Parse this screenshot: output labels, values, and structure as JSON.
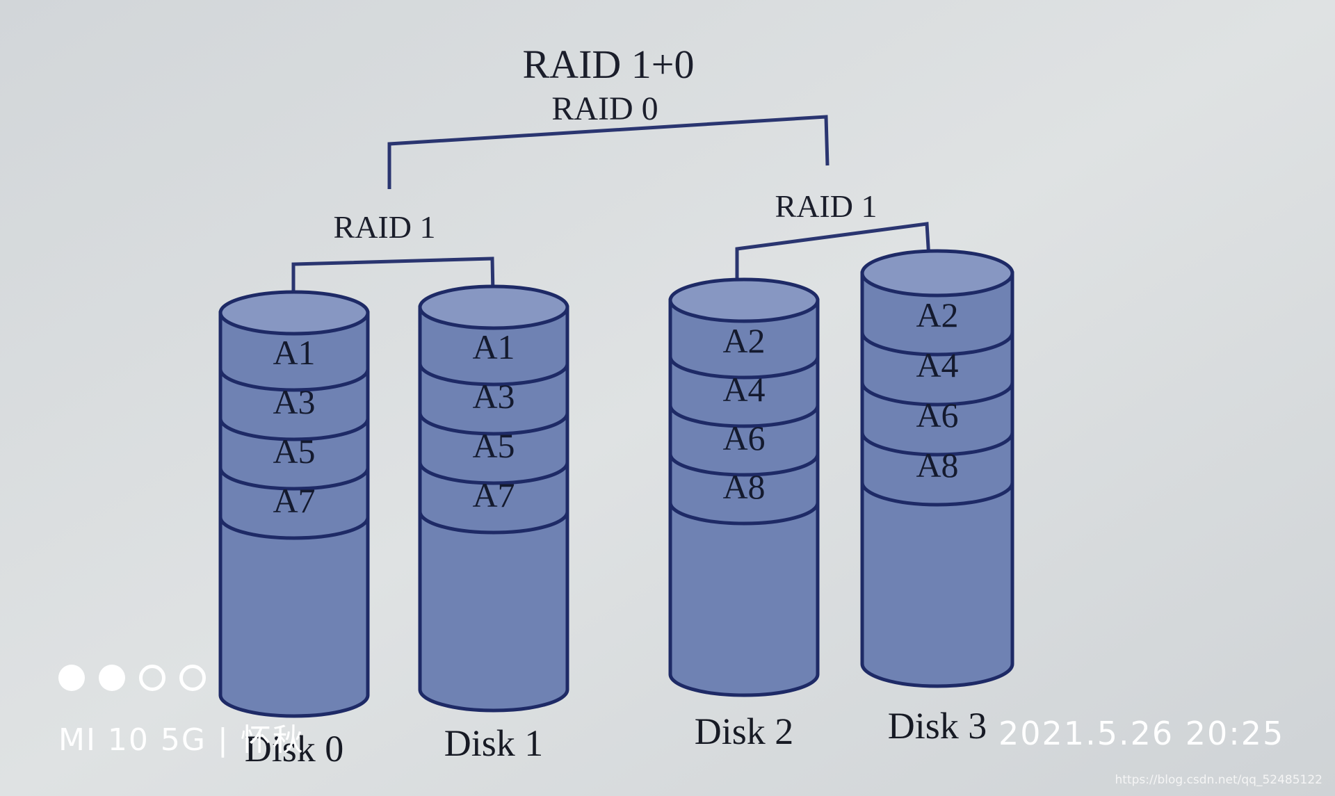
{
  "title": "RAID 1+0",
  "top_level": "RAID 0",
  "mirror_groups": [
    {
      "label": "RAID 1"
    },
    {
      "label": "RAID 1"
    }
  ],
  "disks": [
    {
      "name": "Disk 0",
      "blocks": [
        "A1",
        "A3",
        "A5",
        "A7"
      ]
    },
    {
      "name": "Disk 1",
      "blocks": [
        "A1",
        "A3",
        "A5",
        "A7"
      ]
    },
    {
      "name": "Disk 2",
      "blocks": [
        "A2",
        "A4",
        "A6",
        "A8"
      ]
    },
    {
      "name": "Disk 3",
      "blocks": [
        "A2",
        "A4",
        "A6",
        "A8"
      ]
    }
  ],
  "colors": {
    "disk_fill": "#6f82b3",
    "disk_top": "#8797c2",
    "outline": "#1e2a66",
    "connector": "#2a3570",
    "paper": "#d7dbdd"
  },
  "watermark": {
    "dots": [
      "filled",
      "filled",
      "hollow",
      "hollow"
    ],
    "device": "MI 10 5G | 怀秋",
    "timestamp": "2021.5.26 20:25",
    "url": "https://blog.csdn.net/qq_52485122"
  }
}
